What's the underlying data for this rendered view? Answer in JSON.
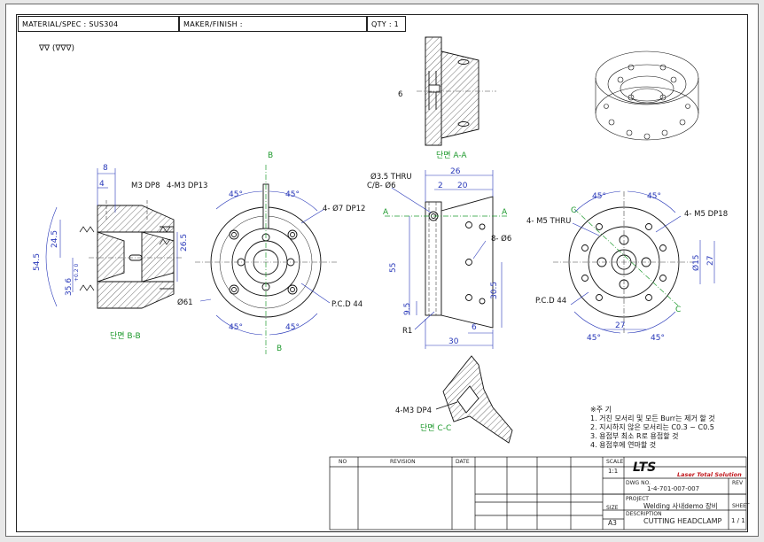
{
  "header": {
    "material": "MATERIAL/SPEC : SUS304",
    "maker": "MAKER/FINISH :",
    "qty": "QTY : 1"
  },
  "roughness": "∇∇ (∇∇∇)",
  "views": {
    "section_aa": "단면 A-A",
    "section_bb": "단면 B-B",
    "section_cc": "단면 C-C"
  },
  "dims": {
    "aa_6": "6",
    "bb_8": "8",
    "bb_4": "4",
    "bb_m3dp8": "M3 DP8",
    "bb_4m3dp13": "4-M3 DP13",
    "bb_545": "54.5",
    "bb_245": "24.5",
    "bb_265": "26.5",
    "bb_356": "35.6",
    "bb_tol": "+0.2 0",
    "front_b_top": "B",
    "front_b_bot": "B",
    "front_45a": "45°",
    "front_45b": "45°",
    "front_4phi7": "4- Ø7 DP12",
    "front_phi61": "Ø61",
    "front_pcd44": "P.C.D 44",
    "front_45c": "45°",
    "front_45d": "45°",
    "side_phi35": "Ø3.5 THRU",
    "side_cb": "C/B- Ø6",
    "side_26": "26",
    "side_2": "2",
    "side_20": "20",
    "side_a1": "A",
    "side_a2": "A",
    "side_8phi6": "8- Ø6",
    "side_55": "55",
    "side_95": "9.5",
    "side_305": "30.5",
    "side_r1": "R1",
    "side_6": "6",
    "side_30": "30",
    "right_c1": "C",
    "right_c2": "C",
    "right_45a": "45°",
    "right_45b": "45°",
    "right_4m5thru": "4- M5 THRU",
    "right_4m5dp18": "4- M5 DP18",
    "right_phi15": "Ø15",
    "right_27v": "27",
    "right_27h": "27",
    "right_pcd44": "P.C.D 44",
    "right_45c": "45°",
    "right_45d": "45°",
    "cc_4m3dp4": "4-M3 DP4"
  },
  "notes": {
    "title": "※주 기",
    "lines": [
      "1. 거친 모서리 및 모든 Burr는 제거 할 것",
      "2. 지시하지 않은 모서리는 C0.3 ~ C0.5",
      "3. 용접부 최소 R로 용접할 것",
      "4. 용접후에 연마할 것"
    ]
  },
  "titleblock": {
    "no": "NO",
    "revision": "REVISION",
    "date": "DATE",
    "scale_label": "SCALE",
    "scale": "1:1",
    "company": "LTS",
    "company_sub": "Laser Total Solution",
    "dwg_no_label": "DWG NO.",
    "dwg_no": "1-4-701-007-007",
    "project_label": "PROJECT",
    "project": "Welding 사내demo 장비",
    "size_label": "SIZE",
    "size": "A3",
    "desc_label": "DESCRIPTION",
    "description": "CUTTING HEADCLAMP",
    "sheet_label": "SHEET",
    "sheet": "1 / 1",
    "rev_label": "REV"
  }
}
